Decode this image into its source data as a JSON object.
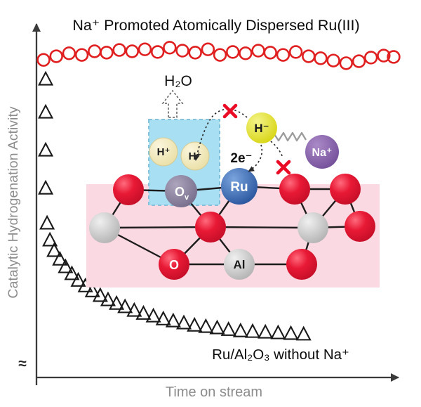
{
  "title": "Na⁺ Promoted Atomically Dispersed Ru(III)",
  "axes": {
    "y_label": "Catalytic Hydrogenation Activity",
    "x_label": "Time on stream",
    "axis_break": "≈"
  },
  "annotations": {
    "bottom_series_label": "Ru/Al₂O₃ without Na⁺",
    "h2o": "H₂O",
    "two_electrons": "2e⁻"
  },
  "schematic": {
    "atoms": {
      "ru": "Ru",
      "sodium": "Na⁺",
      "hydride": "H⁻",
      "proton": "H⁺",
      "oxygen": "O",
      "aluminum": "Al",
      "vacancy_main": "O",
      "vacancy_sub": "v"
    },
    "colors": {
      "oxygen": "#e01230",
      "aluminum": "#c2c2c2",
      "ruthenium": "#2e5fae",
      "sodium": "#7b549e",
      "hydride": "#ddda1f",
      "proton": "#f6efcb",
      "vacancy": "#837a96",
      "support_band": "#fbd9e2",
      "water_box": "#a8dff2",
      "blocked_cross": "#ea0b24"
    }
  },
  "chart_data": {
    "type": "scatter",
    "title": "Na⁺ Promoted Atomically Dispersed Ru(III)",
    "xlabel": "Time on stream",
    "ylabel": "Catalytic Hydrogenation Activity",
    "xlim": [
      0,
      100
    ],
    "ylim": [
      0,
      100
    ],
    "grid": false,
    "legend": "none",
    "axis_ticks": "none",
    "series": [
      {
        "name": "Na⁺ promoted atomically dispersed Ru(III)",
        "marker": "circle-open",
        "color": "#e02020",
        "points": [
          [
            1.0,
            95.7
          ],
          [
            4.6,
            96.8
          ],
          [
            8.2,
            97.7
          ],
          [
            11.8,
            97.2
          ],
          [
            15.4,
            98.3
          ],
          [
            18.8,
            97.9
          ],
          [
            22.4,
            98.7
          ],
          [
            26.0,
            98.3
          ],
          [
            29.6,
            98.9
          ],
          [
            33.2,
            98.1
          ],
          [
            36.6,
            99.4
          ],
          [
            40.2,
            98.5
          ],
          [
            43.8,
            97.9
          ],
          [
            47.4,
            98.9
          ],
          [
            50.8,
            97.2
          ],
          [
            54.4,
            98.1
          ],
          [
            58.0,
            97.7
          ],
          [
            61.6,
            98.5
          ],
          [
            65.0,
            97.9
          ],
          [
            68.6,
            97.2
          ],
          [
            72.2,
            98.1
          ],
          [
            75.8,
            96.8
          ],
          [
            79.2,
            96.2
          ],
          [
            82.8,
            95.5
          ],
          [
            86.4,
            94.7
          ],
          [
            90.0,
            95.3
          ],
          [
            93.4,
            96.4
          ],
          [
            97.0,
            97.0
          ],
          [
            99.8,
            96.6
          ]
        ]
      },
      {
        "name": "Ru/Al₂O₃ without Na⁺",
        "marker": "triangle-open",
        "color": "#1a1a1a",
        "points": [
          [
            1.6,
            89.8
          ],
          [
            1.6,
            79.8
          ],
          [
            1.6,
            68.3
          ],
          [
            1.6,
            56.8
          ],
          [
            2.0,
            46.2
          ],
          [
            2.8,
            41.1
          ],
          [
            4.0,
            37.9
          ],
          [
            5.6,
            35.3
          ],
          [
            7.2,
            33.0
          ],
          [
            9.0,
            30.9
          ],
          [
            10.8,
            28.9
          ],
          [
            12.8,
            27.2
          ],
          [
            14.8,
            25.7
          ],
          [
            17.0,
            24.3
          ],
          [
            19.2,
            23.0
          ],
          [
            21.6,
            21.9
          ],
          [
            24.0,
            20.9
          ],
          [
            26.6,
            19.8
          ],
          [
            29.2,
            18.9
          ],
          [
            32.0,
            18.1
          ],
          [
            34.8,
            17.2
          ],
          [
            37.6,
            16.6
          ],
          [
            40.6,
            16.0
          ],
          [
            43.6,
            15.3
          ],
          [
            46.8,
            14.9
          ],
          [
            50.0,
            14.5
          ],
          [
            53.2,
            14.0
          ],
          [
            56.6,
            13.6
          ],
          [
            60.0,
            13.4
          ],
          [
            63.6,
            13.2
          ],
          [
            67.2,
            13.0
          ],
          [
            70.8,
            12.8
          ],
          [
            74.4,
            12.6
          ]
        ]
      }
    ]
  }
}
